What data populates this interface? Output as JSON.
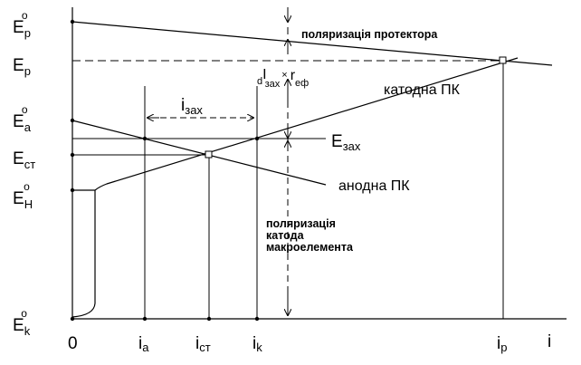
{
  "diagram": {
    "y_labels": {
      "ep0": {
        "base": "E",
        "sub": "p",
        "sup": "o"
      },
      "ep": {
        "base": "E",
        "sub": "p"
      },
      "ea0": {
        "base": "E",
        "sub": "a",
        "sup": "o"
      },
      "est": {
        "base": "E",
        "sub": "ст"
      },
      "eh0": {
        "base": "E",
        "sub": "H",
        "sup": "o"
      },
      "ek0": {
        "base": "E",
        "sub": "k",
        "sup": "o"
      }
    },
    "x_labels": {
      "origin": "0",
      "ia": {
        "base": "i",
        "sub": "a"
      },
      "ist": {
        "base": "i",
        "sub": "ст"
      },
      "ik": {
        "base": "i",
        "sub": "k"
      },
      "ip": {
        "base": "i",
        "sub": "p"
      },
      "i": "i"
    },
    "annotations": {
      "protector_polarization": "поляризація протектора",
      "drop_formula": {
        "d": "d",
        "I": "I",
        "sub": "зах",
        "times": "×",
        "r": "r",
        "r_sub": "еф"
      },
      "cathode_curve": "катодна ПК",
      "izax": {
        "base": "i",
        "sub": "зах"
      },
      "ezax": {
        "base": "E",
        "sub": "зах"
      },
      "anode_curve": "анодна ПК",
      "cathode_polarization_lines": [
        "поляризація",
        "катода",
        "макроелемента"
      ]
    }
  }
}
